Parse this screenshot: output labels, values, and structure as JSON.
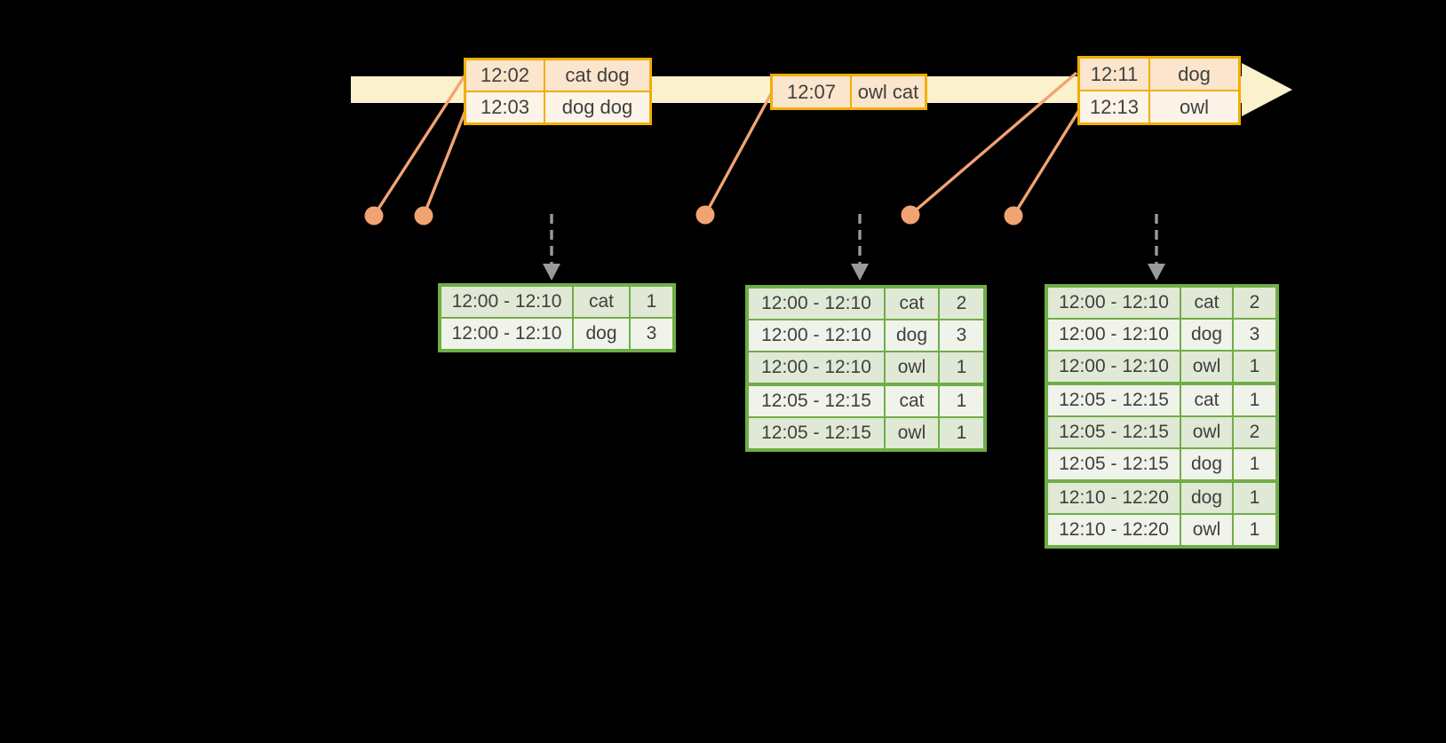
{
  "colors": {
    "background": "#000000",
    "timeline_band": "#FCF1CD",
    "event_border": "#F1AE00",
    "event_row_dark": "#FBE5CC",
    "event_row_light": "#FDF3E7",
    "dot": "#F1A472",
    "arrow_gray": "#9A9A9A",
    "result_border": "#70AD47",
    "result_row_dark": "#E0E9D5",
    "result_row_light": "#EFF3EA",
    "text": "#3F3F3F"
  },
  "event_tables": [
    {
      "rows": [
        {
          "time": "12:02",
          "words": "cat dog"
        },
        {
          "time": "12:03",
          "words": "dog dog"
        }
      ]
    },
    {
      "rows": [
        {
          "time": "12:07",
          "words": "owl cat"
        }
      ]
    },
    {
      "rows": [
        {
          "time": "12:11",
          "words": "dog"
        },
        {
          "time": "12:13",
          "words": "owl"
        }
      ]
    }
  ],
  "result_tables": [
    {
      "rows": [
        [
          "12:00 - 12:10",
          "cat",
          "1"
        ],
        [
          "12:00 - 12:10",
          "dog",
          "3"
        ]
      ]
    },
    {
      "rows": [
        [
          "12:00 - 12:10",
          "cat",
          "2"
        ],
        [
          "12:00 - 12:10",
          "dog",
          "3"
        ],
        [
          "12:00 - 12:10",
          "owl",
          "1"
        ],
        [
          "12:05 - 12:15",
          "cat",
          "1"
        ],
        [
          "12:05 - 12:15",
          "owl",
          "1"
        ]
      ]
    },
    {
      "rows": [
        [
          "12:00 - 12:10",
          "cat",
          "2"
        ],
        [
          "12:00 - 12:10",
          "dog",
          "3"
        ],
        [
          "12:00 - 12:10",
          "owl",
          "1"
        ],
        [
          "12:05 - 12:15",
          "cat",
          "1"
        ],
        [
          "12:05 - 12:15",
          "owl",
          "2"
        ],
        [
          "12:05 - 12:15",
          "dog",
          "1"
        ],
        [
          "12:10 - 12:20",
          "dog",
          "1"
        ],
        [
          "12:10 - 12:20",
          "owl",
          "1"
        ]
      ]
    }
  ]
}
